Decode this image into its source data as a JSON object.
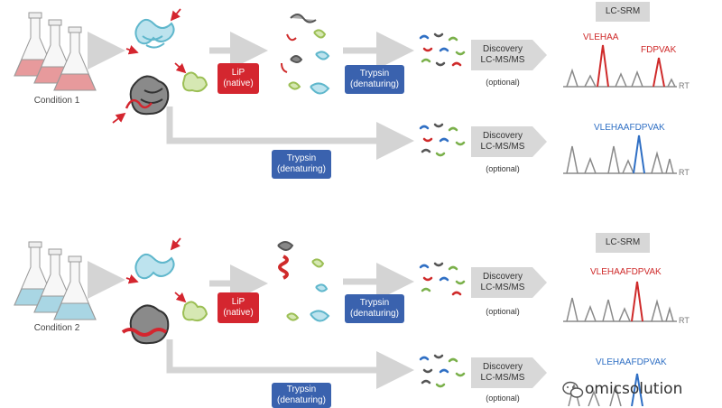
{
  "colors": {
    "lip_red": "#d4262f",
    "trypsin_blue": "#3a62ae",
    "arrow_gray": "#d4d4d4",
    "flask_red": "#e79a9c",
    "flask_blue": "#a9d6e4",
    "peak_red": "#cf2a2a",
    "peak_blue": "#2f6fc4",
    "peak_gray": "#8a8a8a"
  },
  "condition1": {
    "label": "Condition 1",
    "lip_badge": [
      "LiP",
      "(native)"
    ],
    "trypsin_badge_top": [
      "Trypsin",
      "(denaturing)"
    ],
    "trypsin_badge_bottom": [
      "Trypsin",
      "(denaturing)"
    ],
    "discovery_top": [
      "Discovery",
      "LC-MS/MS"
    ],
    "optional_top": "(optional)",
    "discovery_bottom": [
      "Discovery",
      "LC-MS/MS"
    ],
    "optional_bottom": "(optional)",
    "srm_label": "LC-SRM",
    "peptide_a": "VLEHAA",
    "peptide_b": "FDPVAK",
    "peptide_full": "VLEHAAFDPVAK",
    "rt_top": "RT",
    "rt_bottom": "RT"
  },
  "condition2": {
    "label": "Condition 2",
    "lip_badge": [
      "LiP",
      "(native)"
    ],
    "trypsin_badge_top": [
      "Trypsin",
      "(denaturing)"
    ],
    "trypsin_badge_bottom": [
      "Trypsin",
      "(denaturing)"
    ],
    "discovery_top": [
      "Discovery",
      "LC-MS/MS"
    ],
    "optional_top": "(optional)",
    "discovery_bottom": [
      "Discovery",
      "LC-MS/MS"
    ],
    "optional_bottom": "(optional)",
    "srm_label": "LC-SRM",
    "peptide_top": "VLEHAAFDPVAK",
    "peptide_bottom": "VLEHAAFDPVAK",
    "rt_top": "RT"
  },
  "watermark": "omicsolution",
  "icons": [
    "flask-icon",
    "protein-structure-icon",
    "peptide-fragments-icon",
    "wechat-icon"
  ]
}
